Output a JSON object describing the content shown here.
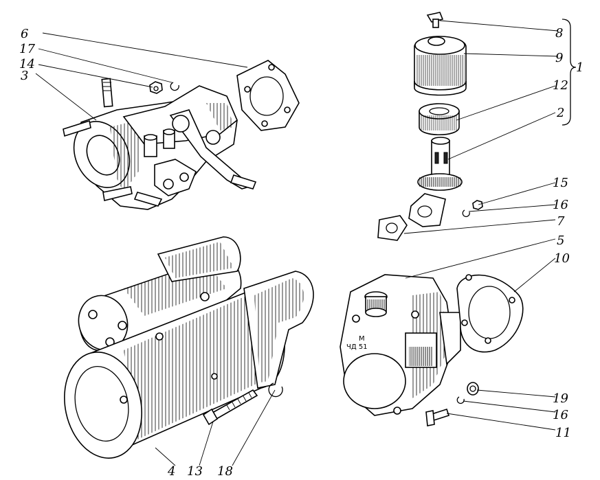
{
  "labels": {
    "l1": "1",
    "l2": "2",
    "l3": "3",
    "l4": "4",
    "l5": "5",
    "l6": "6",
    "l7": "7",
    "l8": "8",
    "l9": "9",
    "l10": "10",
    "l11": "11",
    "l12": "12",
    "l13": "13",
    "l14": "14",
    "l15": "15",
    "l16a": "16",
    "l16b": "16",
    "l17": "17",
    "l18": "18",
    "l19": "19"
  },
  "housing_marking": {
    "line1": "М",
    "line2": "ЧД 51"
  }
}
